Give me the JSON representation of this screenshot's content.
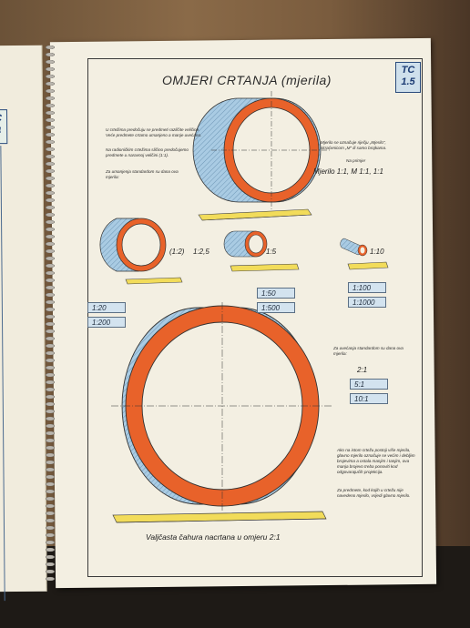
{
  "header": {
    "title": "OMJERI CRTANJA (mjerila)",
    "tc_line1": "TC",
    "tc_line2": "1.5"
  },
  "prev_page": {
    "line1": "C",
    "line2": "4"
  },
  "texts": {
    "intro1": "U crtežima predočuju se predmeti različite veličine. Veće predmete crtamo umanjeno a manje uvećano.",
    "intro2": "Na radioničkim crtežima sličino predočujemo predmete u naravnoj veličini (1:1).",
    "intro3": "Za umanjenja standardom su dana ova mjerila:",
    "right1": "Mjerilo se označuje riječju „Mjerilo\", skraćenicom „M\" ili samo brojkama.",
    "right2": "Na primjer",
    "right3": "Mjerilo 1:1, M 1:1, 1:1",
    "enlarge": "Za uvećanja standardom su dana ova mjerila:",
    "bottom1": "Ako na istom crtežu postoji više mjerila, glavno mjerilo označuje se većim i debljim brojevima a ostala manjim i tanjim, ova manja brojevo treba ponoviti kod odgovarajućih projekcija.",
    "bottom2": "Za predmete, kod kojih u crtežu nije navedeno mjerilo, vrijedi glavno mjerilo."
  },
  "labels": {
    "s1": "(1:2)",
    "s2": "1:2,5",
    "s3": "1:5",
    "s4": "1:10",
    "e1": "2:1"
  },
  "boxes": {
    "b1": "1:20",
    "b2": "1:200",
    "b3": "1:50",
    "b4": "1:500",
    "b5": "1:100",
    "b6": "1:1000",
    "b7": "5:1",
    "b8": "10:1"
  },
  "caption": "Valjčasta čahura nacrtana u omjeru 2:1",
  "colors": {
    "orange": "#e8622a",
    "blue": "#9fc3dd",
    "ruler": "#f2dc5a"
  }
}
